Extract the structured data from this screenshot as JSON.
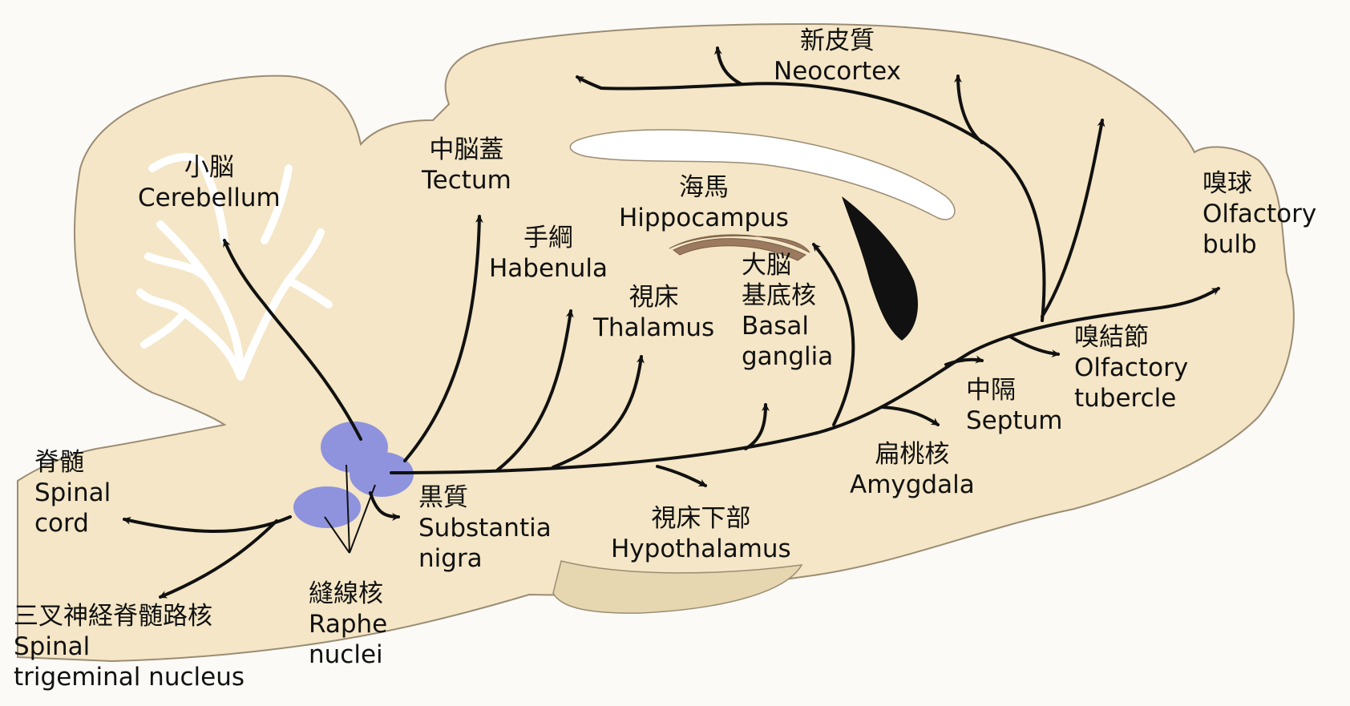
{
  "colors": {
    "background": "#fbfaf6",
    "brain_tissue": "#f4e6c6",
    "outline": "#9c8c74",
    "ventricle": "#ffffff",
    "raphe_nuclei": "#8f93dd",
    "hippocampus_band": "#9b7a5f",
    "pathway_arrow": "#111111"
  },
  "labels": {
    "cerebellum": {
      "jp": "小脳",
      "en": "Cerebellum"
    },
    "tectum": {
      "jp": "中脳蓋",
      "en": "Tectum"
    },
    "habenula": {
      "jp": "手綱",
      "en": "Habenula"
    },
    "hippocampus": {
      "jp": "海馬",
      "en": "Hippocampus"
    },
    "neocortex": {
      "jp": "新皮質",
      "en": "Neocortex"
    },
    "olfactory_bulb": {
      "jp": "嗅球",
      "en1": "Olfactory",
      "en2": "bulb"
    },
    "thalamus": {
      "jp": "視床",
      "en": "Thalamus"
    },
    "basal_ganglia": {
      "jp1": "大脳",
      "jp2": "基底核",
      "en1": "Basal",
      "en2": "ganglia"
    },
    "olfactory_tubercle": {
      "jp": "嗅結節",
      "en1": "Olfactory",
      "en2": "tubercle"
    },
    "septum": {
      "jp": "中隔",
      "en": "Septum"
    },
    "amygdala": {
      "jp": "扁桃核",
      "en": "Amygdala"
    },
    "hypothalamus": {
      "jp": "視床下部",
      "en": "Hypothalamus"
    },
    "substantia_nigra": {
      "jp": "黒質",
      "en1": "Substantia",
      "en2": "nigra"
    },
    "raphe_nuclei": {
      "jp": "縫線核",
      "en1": "Raphe",
      "en2": "nuclei"
    },
    "spinal_cord": {
      "jp": "脊髄",
      "en1": "Spinal",
      "en2": "cord"
    },
    "spinal_trigeminal": {
      "jp": "三叉神経脊髄路核",
      "en1": "Spinal",
      "en2": "trigeminal nucleus"
    }
  }
}
